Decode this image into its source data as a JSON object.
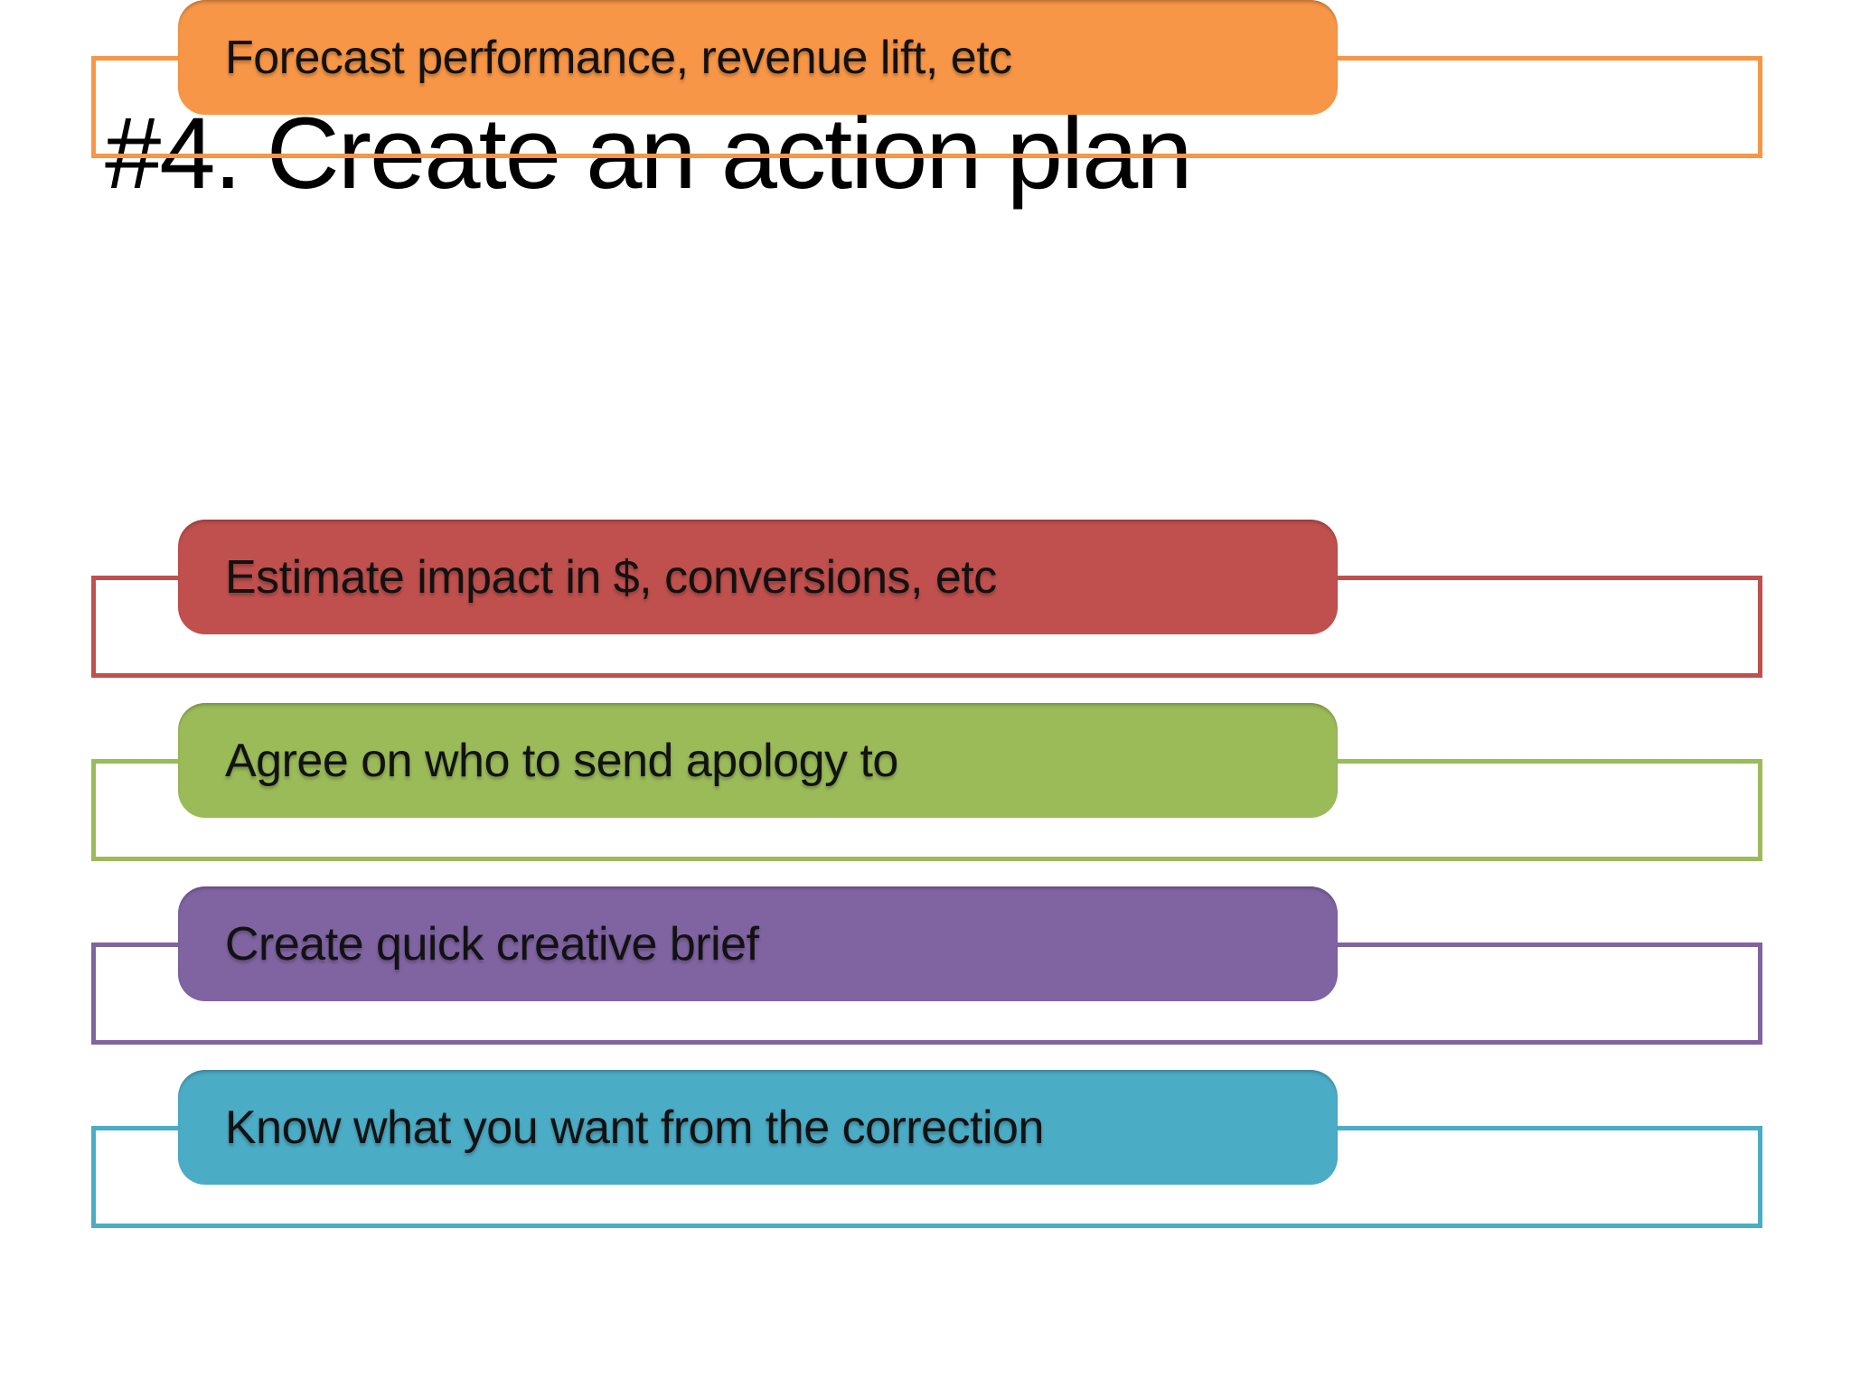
{
  "slide": {
    "title": "#4. Create an action plan"
  },
  "rows": [
    {
      "label": "Estimate impact in $, conversions, etc",
      "color": "#C0504D"
    },
    {
      "label": "Agree on who to send apology to",
      "color": "#9BBB59"
    },
    {
      "label": "Create quick creative brief",
      "color": "#8064A2"
    },
    {
      "label": "Know what you want from the correction",
      "color": "#4BACC6"
    },
    {
      "label": "Forecast performance, revenue lift, etc",
      "color": "#F79646"
    }
  ]
}
